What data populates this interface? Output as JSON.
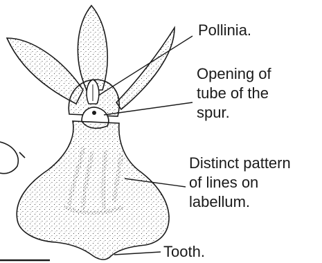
{
  "labels": {
    "pollinia": "Pollinia.",
    "opening": "Opening of\ntube of the\nspur.",
    "pattern": "Distinct pattern\nof lines on\nlabellum.",
    "tooth": "Tooth."
  },
  "colors": {
    "ink": "#1a1a1a",
    "background": "#ffffff"
  }
}
